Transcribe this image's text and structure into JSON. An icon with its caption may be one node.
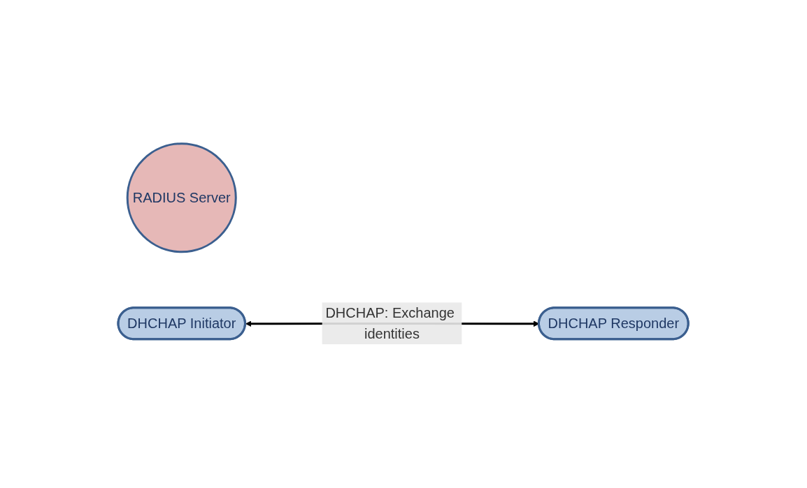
{
  "diagram": {
    "nodes": [
      {
        "text": [
          "RADIUS Server"
        ]
      },
      {
        "text": [
          "DHCHAP Initiator"
        ]
      },
      {
        "text": [
          "DHCHAP Responder"
        ]
      }
    ],
    "edges": [
      {
        "from": 1,
        "to": 2,
        "arrow": "both",
        "label": "DHCHAP: Exchange identities"
      }
    ]
  }
}
